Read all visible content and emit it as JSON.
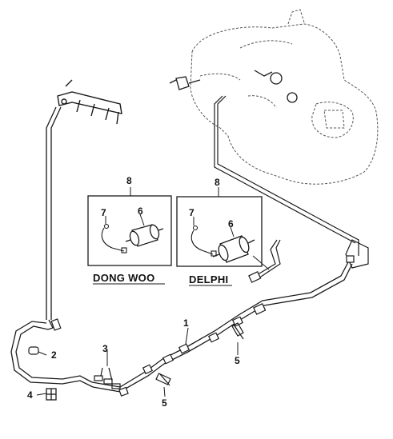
{
  "diagram": {
    "callouts": {
      "c1": "1",
      "c2": "2",
      "c3": "3",
      "c4": "4",
      "c5a": "5",
      "c5b": "5",
      "c6a": "6",
      "c6b": "6",
      "c7a": "7",
      "c7b": "7",
      "c8a": "8",
      "c8b": "8"
    },
    "variants": {
      "left_label": "DONG WOO",
      "right_label": "DELPHI"
    }
  },
  "colors": {
    "ink": "#1a1a1a",
    "paper": "#ffffff",
    "sketch": "#555555"
  }
}
